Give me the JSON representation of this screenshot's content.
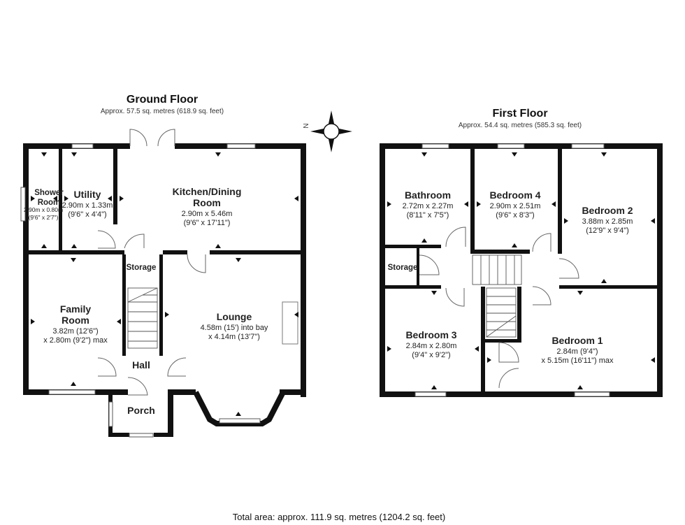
{
  "ground_floor": {
    "title": "Ground Floor",
    "area": "Approx. 57.5 sq. metres (618.9 sq. feet)",
    "rooms": {
      "shower": {
        "name_1": "Shower",
        "name_2": "Room",
        "dim_1": "2.90m x 0.80m",
        "dim_2": "(9'6\" x 2'7\")"
      },
      "utility": {
        "name_1": "Utility",
        "dim_1": "2.90m x 1.33m",
        "dim_2": "(9'6\" x 4'4\")"
      },
      "kitchen": {
        "name_1": "Kitchen/Dining",
        "name_2": "Room",
        "dim_1": "2.90m x 5.46m",
        "dim_2": "(9'6\" x 17'11\")"
      },
      "family": {
        "name_1": "Family",
        "name_2": "Room",
        "dim_1": "3.82m (12'6\")",
        "dim_2": "x 2.80m (9'2\") max"
      },
      "storage": {
        "name_1": "Storage"
      },
      "lounge": {
        "name_1": "Lounge",
        "dim_1": "4.58m (15') into bay",
        "dim_2": "x 4.14m (13'7\")"
      },
      "hall": {
        "name_1": "Hall"
      },
      "porch": {
        "name_1": "Porch"
      }
    }
  },
  "first_floor": {
    "title": "First Floor",
    "area": "Approx. 54.4 sq. metres (585.3 sq. feet)",
    "rooms": {
      "bathroom": {
        "name_1": "Bathroom",
        "dim_1": "2.72m x 2.27m",
        "dim_2": "(8'11\" x 7'5\")"
      },
      "bedroom4": {
        "name_1": "Bedroom 4",
        "dim_1": "2.90m x 2.51m",
        "dim_2": "(9'6\" x 8'3\")"
      },
      "bedroom2": {
        "name_1": "Bedroom 2",
        "dim_1": "3.88m x 2.85m",
        "dim_2": "(12'9\" x 9'4\")"
      },
      "storage": {
        "name_1": "Storage"
      },
      "bedroom3": {
        "name_1": "Bedroom 3",
        "dim_1": "2.84m x 2.80m",
        "dim_2": "(9'4\" x 9'2\")"
      },
      "bedroom1": {
        "name_1": "Bedroom 1",
        "dim_1": "2.84m (9'4\")",
        "dim_2": "x 5.15m (16'11\") max"
      }
    }
  },
  "compass": {
    "label": "N"
  },
  "total_area": "Total area: approx. 111.9 sq. metres (1204.2 sq. feet)"
}
